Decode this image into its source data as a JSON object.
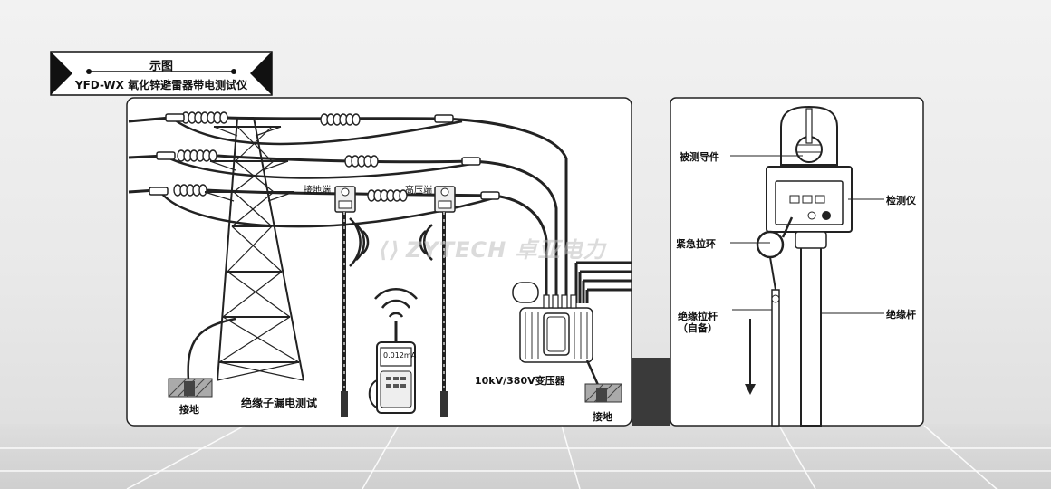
{
  "header": {
    "line1": "示图",
    "line2": "YFD-WX 氧化锌避雷器带电测试仪"
  },
  "left_panel": {
    "ground_end_label": "接地端",
    "high_voltage_end_label": "高压端",
    "insulator_test_label": "绝缘子漏电测试",
    "transformer_label": "10kV/380V变压器",
    "ground_label_tower": "接地",
    "ground_label_transformer": "接地",
    "meter_reading": "0.012mA"
  },
  "right_panel": {
    "conductor_label": "被测导件",
    "tester_label": "检测仪",
    "emergency_ring_label": "紧急拉环",
    "pull_rod_label": "绝缘拉杆",
    "pull_rod_note": "（自备）",
    "insulating_rod_label": "绝缘杆"
  },
  "watermark": {
    "brand": "ZYTECH 卓亚电力"
  },
  "colors": {
    "panel_bg": "#ffffff",
    "line": "#222222",
    "floor_dark": "#3a3a3a"
  }
}
